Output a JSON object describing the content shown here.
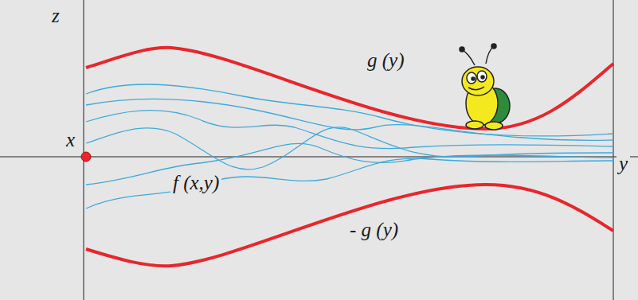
{
  "diagram": {
    "labels": [
      "z",
      "x",
      "y",
      "f (x,y)",
      "g (y)",
      "- g (y)"
    ]
  }
}
